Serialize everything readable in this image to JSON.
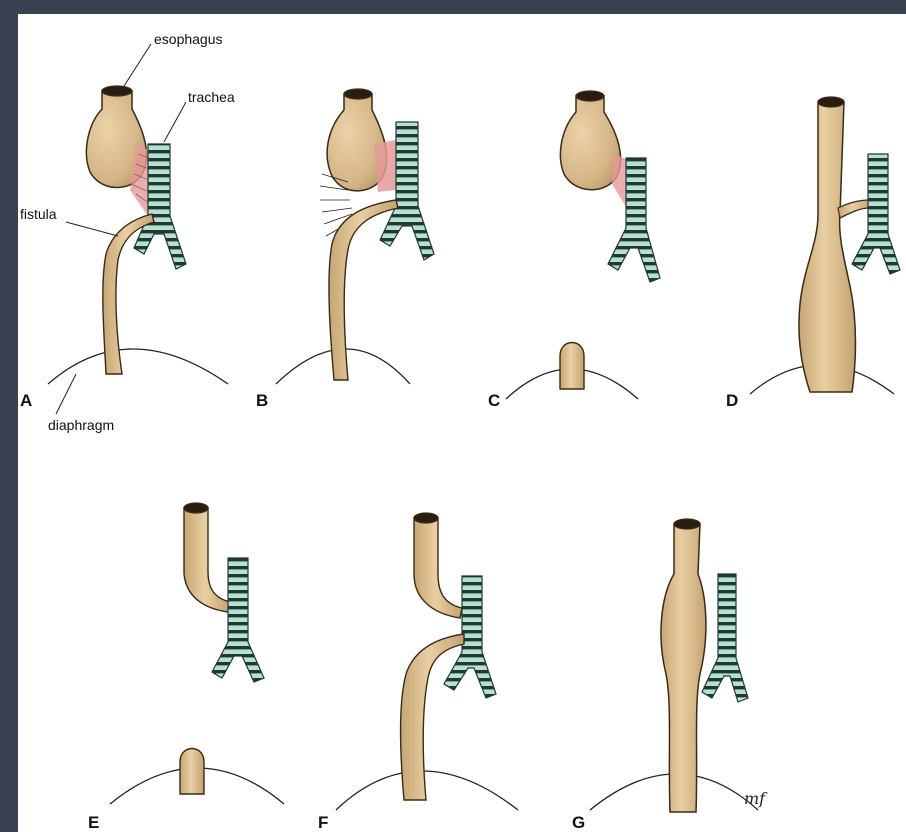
{
  "callouts": {
    "esophagus": "esophagus",
    "trachea": "trachea",
    "fistula": "fistula",
    "diaphragm": "diaphragm"
  },
  "panels": [
    {
      "id": "A",
      "label": "A"
    },
    {
      "id": "B",
      "label": "B"
    },
    {
      "id": "C",
      "label": "C"
    },
    {
      "id": "D",
      "label": "D"
    },
    {
      "id": "E",
      "label": "E"
    },
    {
      "id": "F",
      "label": "F"
    },
    {
      "id": "G",
      "label": "G"
    }
  ],
  "signature": "mf",
  "colors": {
    "background_frame": "#3b4150",
    "panel": "#ffffff",
    "esophagus_fill": "#d6b98c",
    "esophagus_outline": "#3a2a18",
    "trachea_fill": "#a8d4c4",
    "trachea_ring": "#1f3a30",
    "fistula_tissue": "#e59a9a",
    "line": "#222222"
  }
}
